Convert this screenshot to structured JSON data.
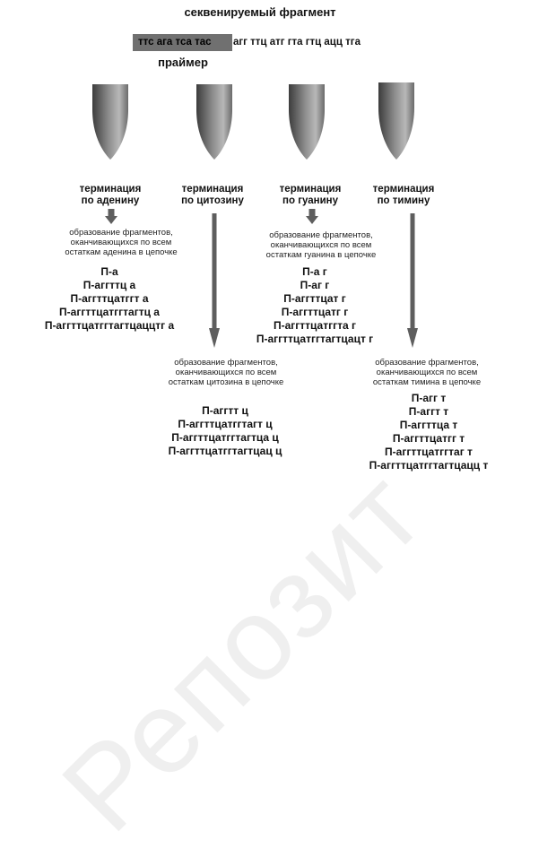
{
  "title": "секвенируемый фрагмент",
  "sequence": {
    "primer_part": "ттс ага тса тас",
    "rest": "агг ттц атг  гта гтц ацц  тга"
  },
  "primer_label": "праймер",
  "watermark": "Репозит",
  "colors": {
    "primer_box": "#707070",
    "tube_dark": "#3c3c3c",
    "tube_light": "#b8b8b8",
    "arrow": "#5e5e5e",
    "watermark": "#efefef"
  },
  "columns": [
    {
      "term_line1": "терминация",
      "term_line2": "по аденину",
      "desc": [
        "образование фрагментов,",
        "оканчивающихся по всем",
        "остаткам аденина в цепочке"
      ],
      "fragments": [
        "П-а",
        "П-аггттц а",
        "П-аггттцатггт а",
        "П-аггттцатггтагтц а",
        "П-аггттцатггтагтцаццтг а"
      ]
    },
    {
      "term_line1": "терминация",
      "term_line2": "по цитозину",
      "desc": [
        "образование фрагментов,",
        "оканчивающихся по всем",
        "остаткам цитозина в цепочке"
      ],
      "fragments": [
        "П-аггтт ц",
        "П-аггттцатггтагт ц",
        "П-аггттцатггтагтца ц",
        "П-аггттцатггтагтцац ц"
      ]
    },
    {
      "term_line1": "терминация",
      "term_line2": "по гуанину",
      "desc": [
        "образование фрагментов,",
        "оканчивающихся по всем",
        "остаткам гуанина в цепочке"
      ],
      "fragments": [
        "П-а г",
        "П-аг г",
        "П-аггттцат г",
        "П-аггттцатг г",
        "П-аггттцатггта г",
        "П-аггттцатггтагтцацт г"
      ]
    },
    {
      "term_line1": "терминация",
      "term_line2": "по тимину",
      "desc": [
        "образование фрагментов,",
        "оканчивающихся по всем",
        "остаткам тимина в цепочке"
      ],
      "fragments": [
        "П-агг т",
        "П-аггт т",
        "П-аггттца т",
        "П-аггттцатгг т",
        "П-аггттцатггтаг т",
        "П-аггттцатггтагтцацц  т"
      ]
    }
  ]
}
